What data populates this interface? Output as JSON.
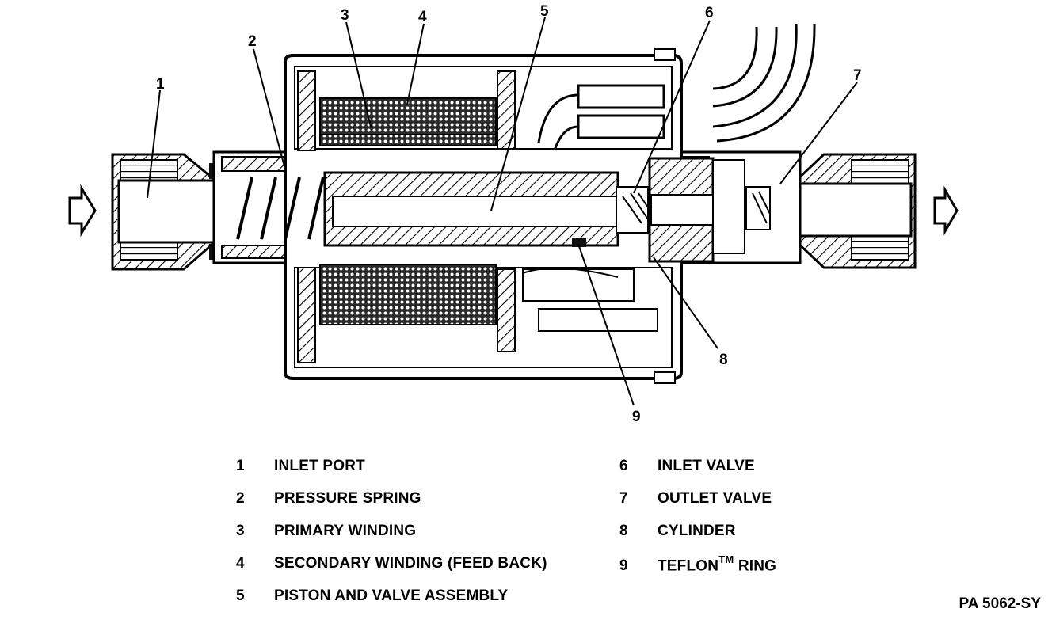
{
  "diagram": {
    "callouts": [
      "1",
      "2",
      "3",
      "4",
      "5",
      "6",
      "7",
      "8",
      "9"
    ]
  },
  "legend": {
    "left": [
      {
        "number": "1",
        "label": "INLET PORT"
      },
      {
        "number": "2",
        "label": "PRESSURE SPRING"
      },
      {
        "number": "3",
        "label": "PRIMARY WINDING"
      },
      {
        "number": "4",
        "label": "SECONDARY WINDING (FEED BACK)"
      },
      {
        "number": "5",
        "label": "PISTON AND VALVE ASSEMBLY"
      }
    ],
    "right": [
      {
        "number": "6",
        "label": "INLET VALVE"
      },
      {
        "number": "7",
        "label": "OUTLET VALVE"
      },
      {
        "number": "8",
        "label": "CYLINDER"
      },
      {
        "number": "9",
        "label": "TEFLON",
        "superscript": "TM",
        "suffix": " RING"
      }
    ]
  },
  "figure_id": "PA 5062-SY"
}
